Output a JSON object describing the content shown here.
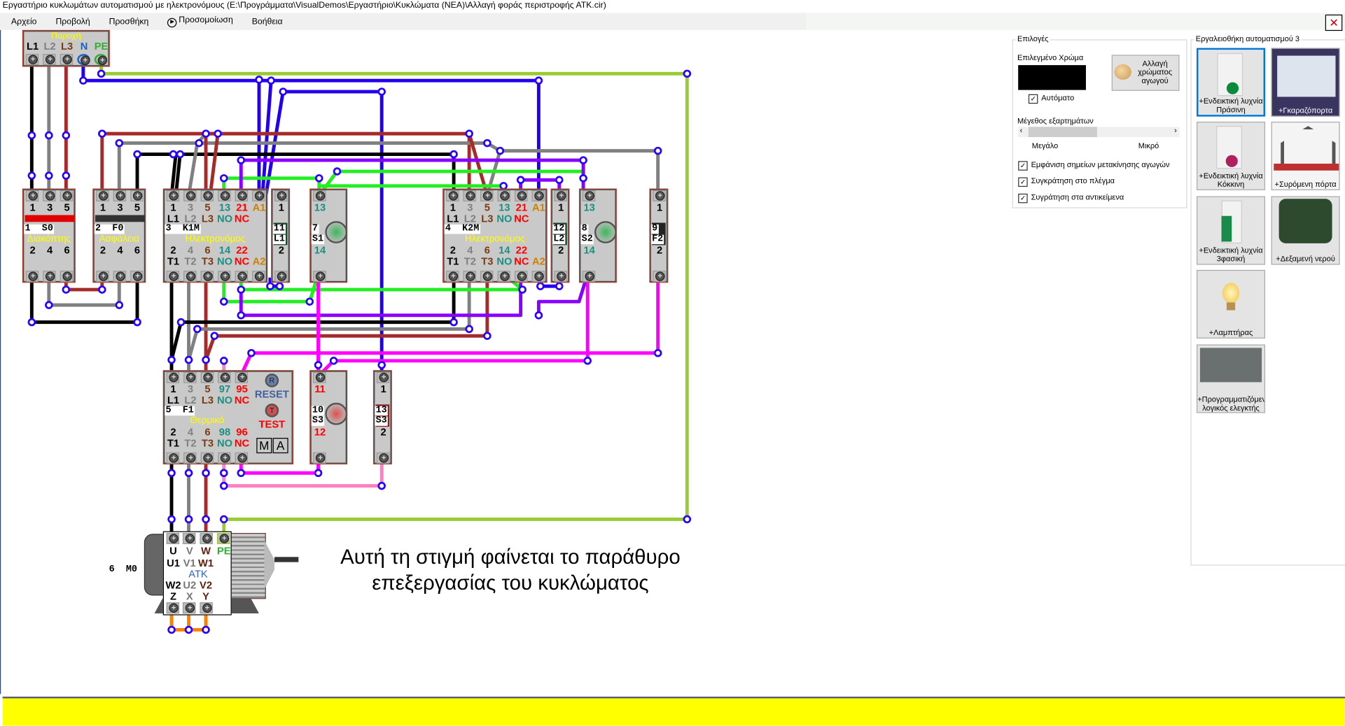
{
  "window": {
    "title": "Εργαστήριο κυκλωμάτων αυτοματισμού με ηλεκτρονόμους (E:\\Προγράμματα\\VisualDemos\\Εργαστήριο\\Κυκλώματα (ΝΕΑ)\\Αλλαγή φοράς περιστροφής ΑΤΚ.cir)"
  },
  "menu": {
    "items": [
      "Αρχείο",
      "Προβολή",
      "Προσθήκη",
      "Προσομοίωση",
      "Βοήθεια"
    ],
    "play_icon": "▶"
  },
  "toolbar": {
    "tools_icon": "✕"
  },
  "supply": {
    "title": "Παροχή",
    "terminals": [
      {
        "label": "L1",
        "color": "#000000"
      },
      {
        "label": "L2",
        "color": "#808080"
      },
      {
        "label": "L3",
        "color": "#7a3b10"
      },
      {
        "label": "N",
        "color": "#2060c0"
      },
      {
        "label": "PE",
        "color": "#30b030"
      }
    ]
  },
  "components": [
    {
      "id": "S0",
      "tag": "1  S0",
      "caption": "Διακόπτης",
      "bar": "#e00000",
      "cols": [
        {
          "t": "1",
          "ts": "",
          "b": "2",
          "bs": "",
          "c": "#000000"
        },
        {
          "t": "3",
          "ts": "",
          "b": "4",
          "bs": "",
          "c": "#000000"
        },
        {
          "t": "5",
          "ts": "",
          "b": "6",
          "bs": "",
          "c": "#000000"
        }
      ]
    },
    {
      "id": "F0",
      "tag": "2  F0",
      "caption": "Ασφάλεια",
      "bar": "#333333",
      "cols": [
        {
          "t": "1",
          "ts": "",
          "b": "2",
          "bs": "",
          "c": "#000000"
        },
        {
          "t": "3",
          "ts": "",
          "b": "4",
          "bs": "",
          "c": "#000000"
        },
        {
          "t": "5",
          "ts": "",
          "b": "6",
          "bs": "",
          "c": "#000000"
        }
      ]
    },
    {
      "id": "K1M",
      "tag": "3  K1M",
      "caption": "Ηλεκτρονόμος",
      "cols": [
        {
          "t": "1",
          "ts": "L1",
          "b": "2",
          "bs": "T1",
          "c": "#000000"
        },
        {
          "t": "3",
          "ts": "L2",
          "b": "4",
          "bs": "T2",
          "c": "#808080"
        },
        {
          "t": "5",
          "ts": "L3",
          "b": "6",
          "bs": "T3",
          "c": "#7a3b10"
        },
        {
          "t": "13",
          "ts": "NO",
          "b": "14",
          "bs": "NO",
          "c": "#1a9080"
        },
        {
          "t": "21",
          "ts": "NC",
          "b": "22",
          "bs": "NC",
          "c": "#ff0000"
        },
        {
          "t": "A1",
          "ts": "",
          "b": "",
          "bs": "A2",
          "c": "#d08000"
        }
      ]
    },
    {
      "id": "L1",
      "tag": "11",
      "tag2": "L1",
      "insert": "#1e4a2e",
      "cols": [
        {
          "t": "1",
          "ts": "",
          "b": "2",
          "bs": "",
          "c": "#000000"
        }
      ]
    },
    {
      "id": "S1",
      "tag": "7",
      "tag2": "S1",
      "button_color": "#3cb85a",
      "cols": [
        {
          "t": "13",
          "ts": "",
          "b": "14",
          "bs": "",
          "c": "#1a9080"
        }
      ]
    },
    {
      "id": "K2M",
      "tag": "4  K2M",
      "caption": "Ηλεκτρονόμος",
      "cols": [
        {
          "t": "1",
          "ts": "L1",
          "b": "2",
          "bs": "T1",
          "c": "#000000"
        },
        {
          "t": "3",
          "ts": "L2",
          "b": "4",
          "bs": "T2",
          "c": "#808080"
        },
        {
          "t": "5",
          "ts": "L3",
          "b": "6",
          "bs": "T3",
          "c": "#7a3b10"
        },
        {
          "t": "13",
          "ts": "NO",
          "b": "14",
          "bs": "NO",
          "c": "#1a9080"
        },
        {
          "t": "21",
          "ts": "NC",
          "b": "22",
          "bs": "NC",
          "c": "#ff0000"
        },
        {
          "t": "A1",
          "ts": "",
          "b": "",
          "bs": "A2",
          "c": "#d08000"
        }
      ]
    },
    {
      "id": "L2",
      "tag": "12",
      "tag2": "L2",
      "insert": "#1e4a2e",
      "cols": [
        {
          "t": "1",
          "ts": "",
          "b": "2",
          "bs": "",
          "c": "#000000"
        }
      ]
    },
    {
      "id": "S2",
      "tag": "8",
      "tag2": "S2",
      "button_color": "#3cb85a",
      "cols": [
        {
          "t": "13",
          "ts": "",
          "b": "14",
          "bs": "",
          "c": "#1a9080"
        }
      ]
    },
    {
      "id": "F2",
      "tag": "9",
      "tag2": "F2",
      "insert": "#222222",
      "cols": [
        {
          "t": "1",
          "ts": "",
          "b": "2",
          "bs": "",
          "c": "#000000"
        }
      ]
    },
    {
      "id": "F1",
      "tag": "5  F1",
      "caption": "Θερμικό",
      "cols": [
        {
          "t": "1",
          "ts": "L1",
          "b": "2",
          "bs": "T1",
          "c": "#000000"
        },
        {
          "t": "3",
          "ts": "L2",
          "b": "4",
          "bs": "T2",
          "c": "#808080"
        },
        {
          "t": "5",
          "ts": "L3",
          "b": "6",
          "bs": "T3",
          "c": "#7a3b10"
        },
        {
          "t": "97",
          "ts": "NO",
          "b": "98",
          "bs": "NO",
          "c": "#1a9080"
        },
        {
          "t": "95",
          "ts": "NC",
          "b": "96",
          "bs": "NC",
          "c": "#ff0000"
        }
      ],
      "reset_icon": "R",
      "reset_label": "RESET",
      "test_icon": "T",
      "test_label": "TEST",
      "mode_m": "M",
      "mode_a": "A"
    },
    {
      "id": "S3",
      "tag": "10",
      "tag2": "S3",
      "button_color": "#e05050",
      "cols": [
        {
          "t": "11",
          "ts": "",
          "b": "12",
          "bs": "",
          "c": "#ff0000"
        }
      ]
    },
    {
      "id": "S3b",
      "tag": "13",
      "tag2": "S3",
      "insert": "#8a2020",
      "cols": [
        {
          "t": "1",
          "ts": "",
          "b": "2",
          "bs": "",
          "c": "#000000"
        }
      ]
    }
  ],
  "motor": {
    "tag": "6  M0",
    "type": "ATK",
    "top": [
      "U",
      "V",
      "W",
      "PE"
    ],
    "row2": [
      "U1",
      "V1",
      "W1"
    ],
    "row3": [
      "W2",
      "U2",
      "V2"
    ],
    "bottom": [
      "Z",
      "X",
      "Y"
    ]
  },
  "note": {
    "line1": "Αυτή τη στιγμή φαίνεται το παράθυρο",
    "line2": "επεξεργασίας του κυκλώματος"
  },
  "options": {
    "title": "Επιλογές",
    "selected_color_label": "Επιλεγμένο Χρώμα",
    "selected_color": "#000000",
    "change_color_button": "Αλλαγή χρώματος αγωγού",
    "auto_label": "Αυτόματο",
    "auto_checked": true,
    "size_label": "Μέγεθος εξαρτημάτων",
    "size_large": "Μεγάλο",
    "size_small": "Μικρό",
    "size_value_fraction": 0.0,
    "checkboxes": [
      {
        "label": "Εμφάνιση σημείων μετακίνησης αγωγών",
        "checked": true
      },
      {
        "label": "Συγκράτηση στο πλέγμα",
        "checked": true
      },
      {
        "label": "Συγράτηση στα αντικείμενα",
        "checked": true
      }
    ]
  },
  "toolbox": {
    "title": "Εργαλειοθήκη αυτοματισμού 3",
    "items": [
      "+Ενδεικτική λυχνία Πράσινη",
      "+Γκαραζόπορτα",
      "+Ενδεικτική λυχνία Κόκκινη",
      "+Συρόμενη πόρτα",
      "+Ενδεικτική λυχνία 3φασική",
      "+Δεξαμενή νερού",
      "+Λαμπτήρας",
      "+Προγραμματιζόμενος λογικός ελεγκτής"
    ]
  },
  "colors": {
    "status_bar": "#ffff00",
    "junction": "#2a00ff"
  }
}
